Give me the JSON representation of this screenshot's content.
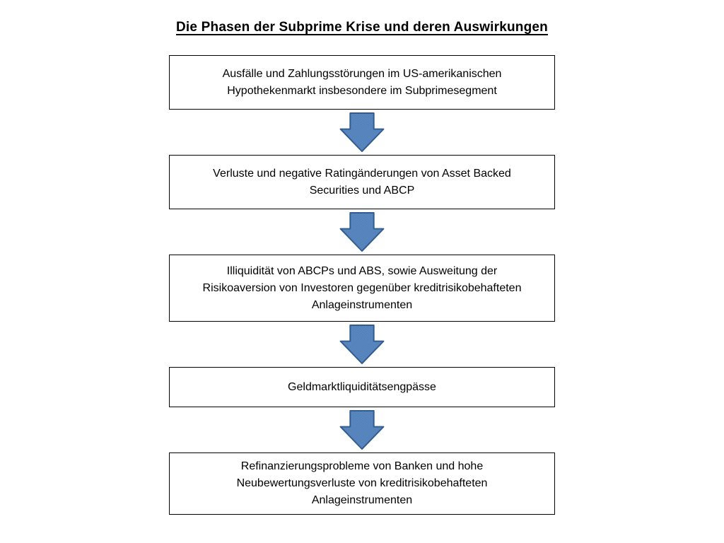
{
  "title": "Die Phasen der Subprime Krise und deren Auswirkungen",
  "flow": {
    "boxes": [
      {
        "text": "Ausfälle und Zahlungsstörungen im US-amerikanischen\nHypothekenmarkt insbesondere im Subprimesegment"
      },
      {
        "text": "Verluste und negative Ratingänderungen von Asset Backed\nSecurities und ABCP"
      },
      {
        "text": "Illiquidität von ABCPs und ABS, sowie Ausweitung der\nRisikoaversion von Investoren gegenüber kreditrisikobehafteten\nAnlageinstrumenten"
      },
      {
        "text": "Geldmarktliquiditätsengpässe"
      },
      {
        "text": "Refinanzierungsprobleme von Banken und hohe\nNeubewertungsverluste von kreditrisikobehafteten\nAnlageinstrumenten"
      }
    ]
  },
  "colors": {
    "arrow_fill_light": "#6f9dd6",
    "arrow_fill_dark": "#3e6ba3",
    "arrow_border": "#315c8d",
    "box_border": "#000000",
    "text": "#000000"
  }
}
